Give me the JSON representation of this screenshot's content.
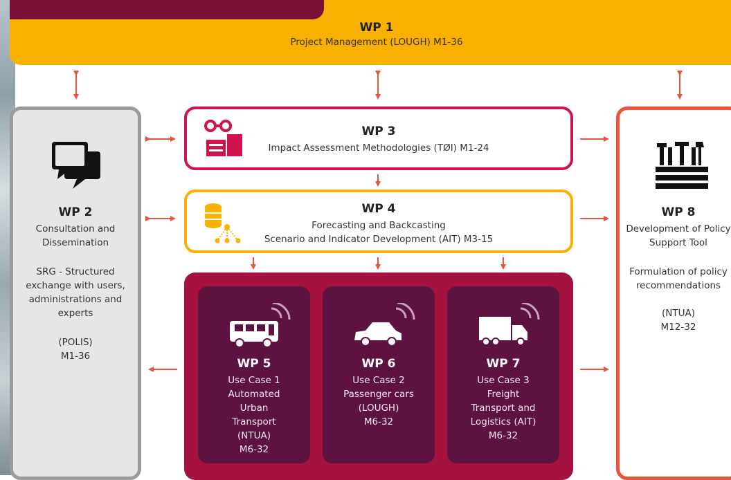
{
  "colors": {
    "wp1_fill": "#f8b100",
    "wp3_border": "#d0134b",
    "wp4_border": "#f8b100",
    "usecase_container": "#a4123f",
    "usecase_card": "#5e1240",
    "wp2_border": "#9b9b9b",
    "wp8_border": "#e9553a",
    "arrow": "#e9553a"
  },
  "wp1": {
    "title": "WP 1",
    "subtitle": "Project Management (LOUGH) M1-36"
  },
  "wp2": {
    "title": "WP 2",
    "desc1": "Consultation and\nDissemination",
    "desc2": "SRG - Structured\nexchange with users,\nadministrations and\nexperts",
    "desc3": "(POLIS)\nM1-36",
    "icon": "chat-bubbles-icon"
  },
  "wp3": {
    "title": "WP 3",
    "subtitle": "Impact Assessment Methodologies (TØI) M1-24",
    "icon": "glasses-documents-icon"
  },
  "wp4": {
    "title": "WP 4",
    "line1": "Forecasting and Backcasting",
    "line2": "Scenario and Indicator Development (AIT) M3-15",
    "icon": "database-network-icon"
  },
  "use_cases": [
    {
      "title": "WP 5",
      "text": "Use Case 1\nAutomated\nUrban\nTransport\n(NTUA)\nM6-32",
      "icon": "connected-bus-icon"
    },
    {
      "title": "WP 6",
      "text": "Use Case 2\nPassenger cars\n(LOUGH)\nM6-32",
      "icon": "connected-car-icon"
    },
    {
      "title": "WP 7",
      "text": "Use Case 3\nFreight\nTransport and\nLogistics (AIT)\nM6-32",
      "icon": "connected-truck-icon"
    }
  ],
  "wp8": {
    "title": "WP 8",
    "desc1": "Development of Policy\nSupport Tool",
    "desc2": "Formulation of policy\nrecommendations",
    "desc3": "(NTUA)\nM12-32",
    "icon": "toolbox-icon"
  }
}
